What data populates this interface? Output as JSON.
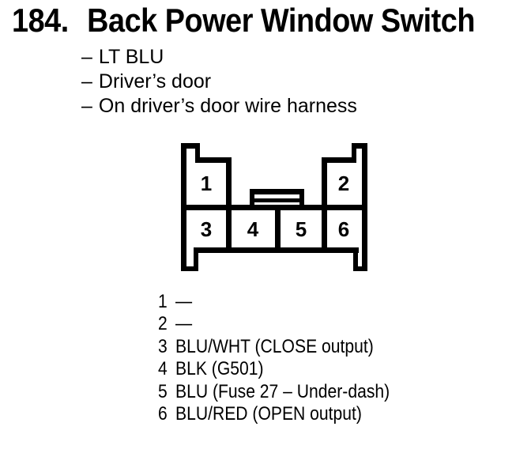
{
  "page": {
    "background": "#ffffff",
    "text_color": "#000000"
  },
  "header": {
    "item_number": "184.",
    "title": "Back Power Window Switch"
  },
  "notes": {
    "items": [
      {
        "dash": "–",
        "text": "LT BLU"
      },
      {
        "dash": "–",
        "text": "Driver’s door"
      },
      {
        "dash": "–",
        "text": "On driver’s door wire harness"
      }
    ]
  },
  "connector": {
    "pins": [
      "1",
      "2",
      "3",
      "4",
      "5",
      "6"
    ]
  },
  "pin_list": {
    "rows": [
      {
        "pin": "1",
        "desc": "—"
      },
      {
        "pin": "2",
        "desc": "—"
      },
      {
        "pin": "3",
        "desc": "BLU/WHT (CLOSE output)"
      },
      {
        "pin": "4",
        "desc": "BLK (G501)"
      },
      {
        "pin": "5",
        "desc": "BLU (Fuse 27 – Under-dash)"
      },
      {
        "pin": "6",
        "desc": "BLU/RED (OPEN output)"
      }
    ]
  }
}
